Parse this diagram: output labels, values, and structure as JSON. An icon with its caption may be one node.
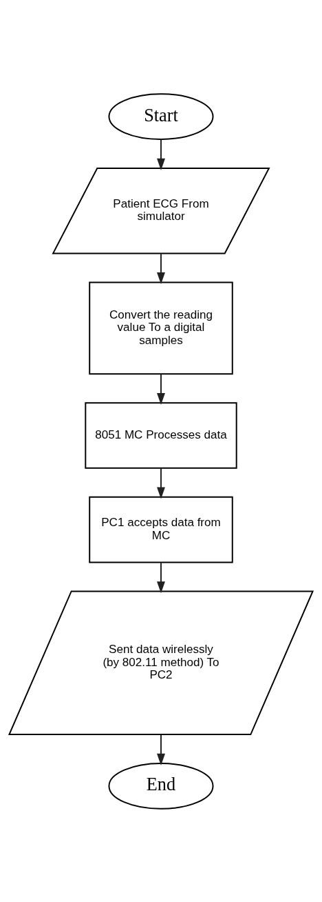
{
  "diagram": {
    "nodes": [
      {
        "text": [
          "Start"
        ]
      },
      {
        "text": [
          "Patient ECG From simulator"
        ]
      },
      {
        "text": [
          "Convert the reading value To a digital samples"
        ]
      },
      {
        "text": [
          "8051 MC Processes data"
        ]
      },
      {
        "text": [
          "PC1 accepts data from MC"
        ]
      },
      {
        "text": [
          "Sent data wirelessly (by 802.11 method) To PC2"
        ]
      },
      {
        "text": [
          "End"
        ]
      }
    ],
    "edges": [
      {
        "from": 0,
        "to": 1,
        "arrow": "to"
      },
      {
        "from": 1,
        "to": 2,
        "arrow": "to"
      },
      {
        "from": 2,
        "to": 3,
        "arrow": "to"
      },
      {
        "from": 3,
        "to": 4,
        "arrow": "to"
      },
      {
        "from": 4,
        "to": 5,
        "arrow": "to"
      },
      {
        "from": 5,
        "to": 6,
        "arrow": "to"
      }
    ]
  }
}
